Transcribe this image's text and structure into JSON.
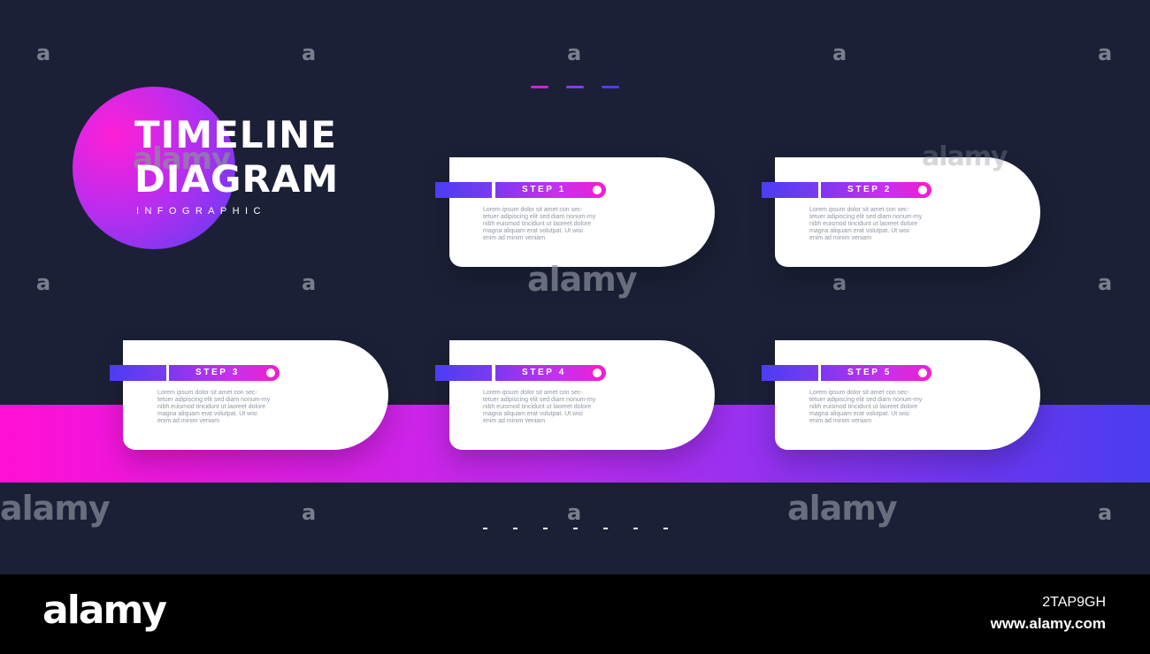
{
  "title": {
    "line1": "TIMELINE",
    "line2": "DIAGRAM",
    "subtitle": "INFOGRAPHIC"
  },
  "colors": {
    "background": "#1b2037",
    "pink": "#ff10d4",
    "purple": "#b82cf0",
    "blue": "#4a3cf0",
    "card": "#ffffff",
    "footer": "#000000"
  },
  "dashes": [
    "#d11fe0",
    "#8a38f0",
    "#4f3df2"
  ],
  "steps": [
    {
      "label": "STEP 1",
      "text": "Lorem ipsum dolor sit amet con sec-tetuer adipiscing elit sed diam nonum-my nibh euismod tincidunt ut laoreet dolore magna aliquam erat volutpat. Ut wisi enim ad minim veniam"
    },
    {
      "label": "STEP 2",
      "text": "Lorem ipsum dolor sit amet con sec-tetuer adipiscing elit sed diam nonum-my nibh euismod tincidunt ut laoreet dolore magna aliquam erat volutpat. Ut wisi enim ad minim veniam"
    },
    {
      "label": "STEP 3",
      "text": "Lorem ipsum dolor sit amet con sec-tetuer adipiscing elit sed diam nonum-my nibh euismod tincidunt ut laoreet dolore magna aliquam erat volutpat. Ut wisi enim ad minim veniam"
    },
    {
      "label": "STEP 4",
      "text": "Lorem ipsum dolor sit amet con sec-tetuer adipiscing elit sed diam nonum-my nibh euismod tincidunt ut laoreet dolore magna aliquam erat volutpat. Ut wisi enim ad minim veniam"
    },
    {
      "label": "STEP 5",
      "text": "Lorem ipsum dolor sit amet con sec-tetuer adipiscing elit sed diam nonum-my nibh euismod tincidunt ut laoreet dolore magna aliquam erat volutpat. Ut wisi enim ad minim veniam"
    }
  ],
  "watermark": {
    "small": "a",
    "big": "alamy"
  },
  "footer": {
    "logo": "alamy",
    "image_id": "2TAP9GH",
    "url": "www.alamy.com"
  }
}
